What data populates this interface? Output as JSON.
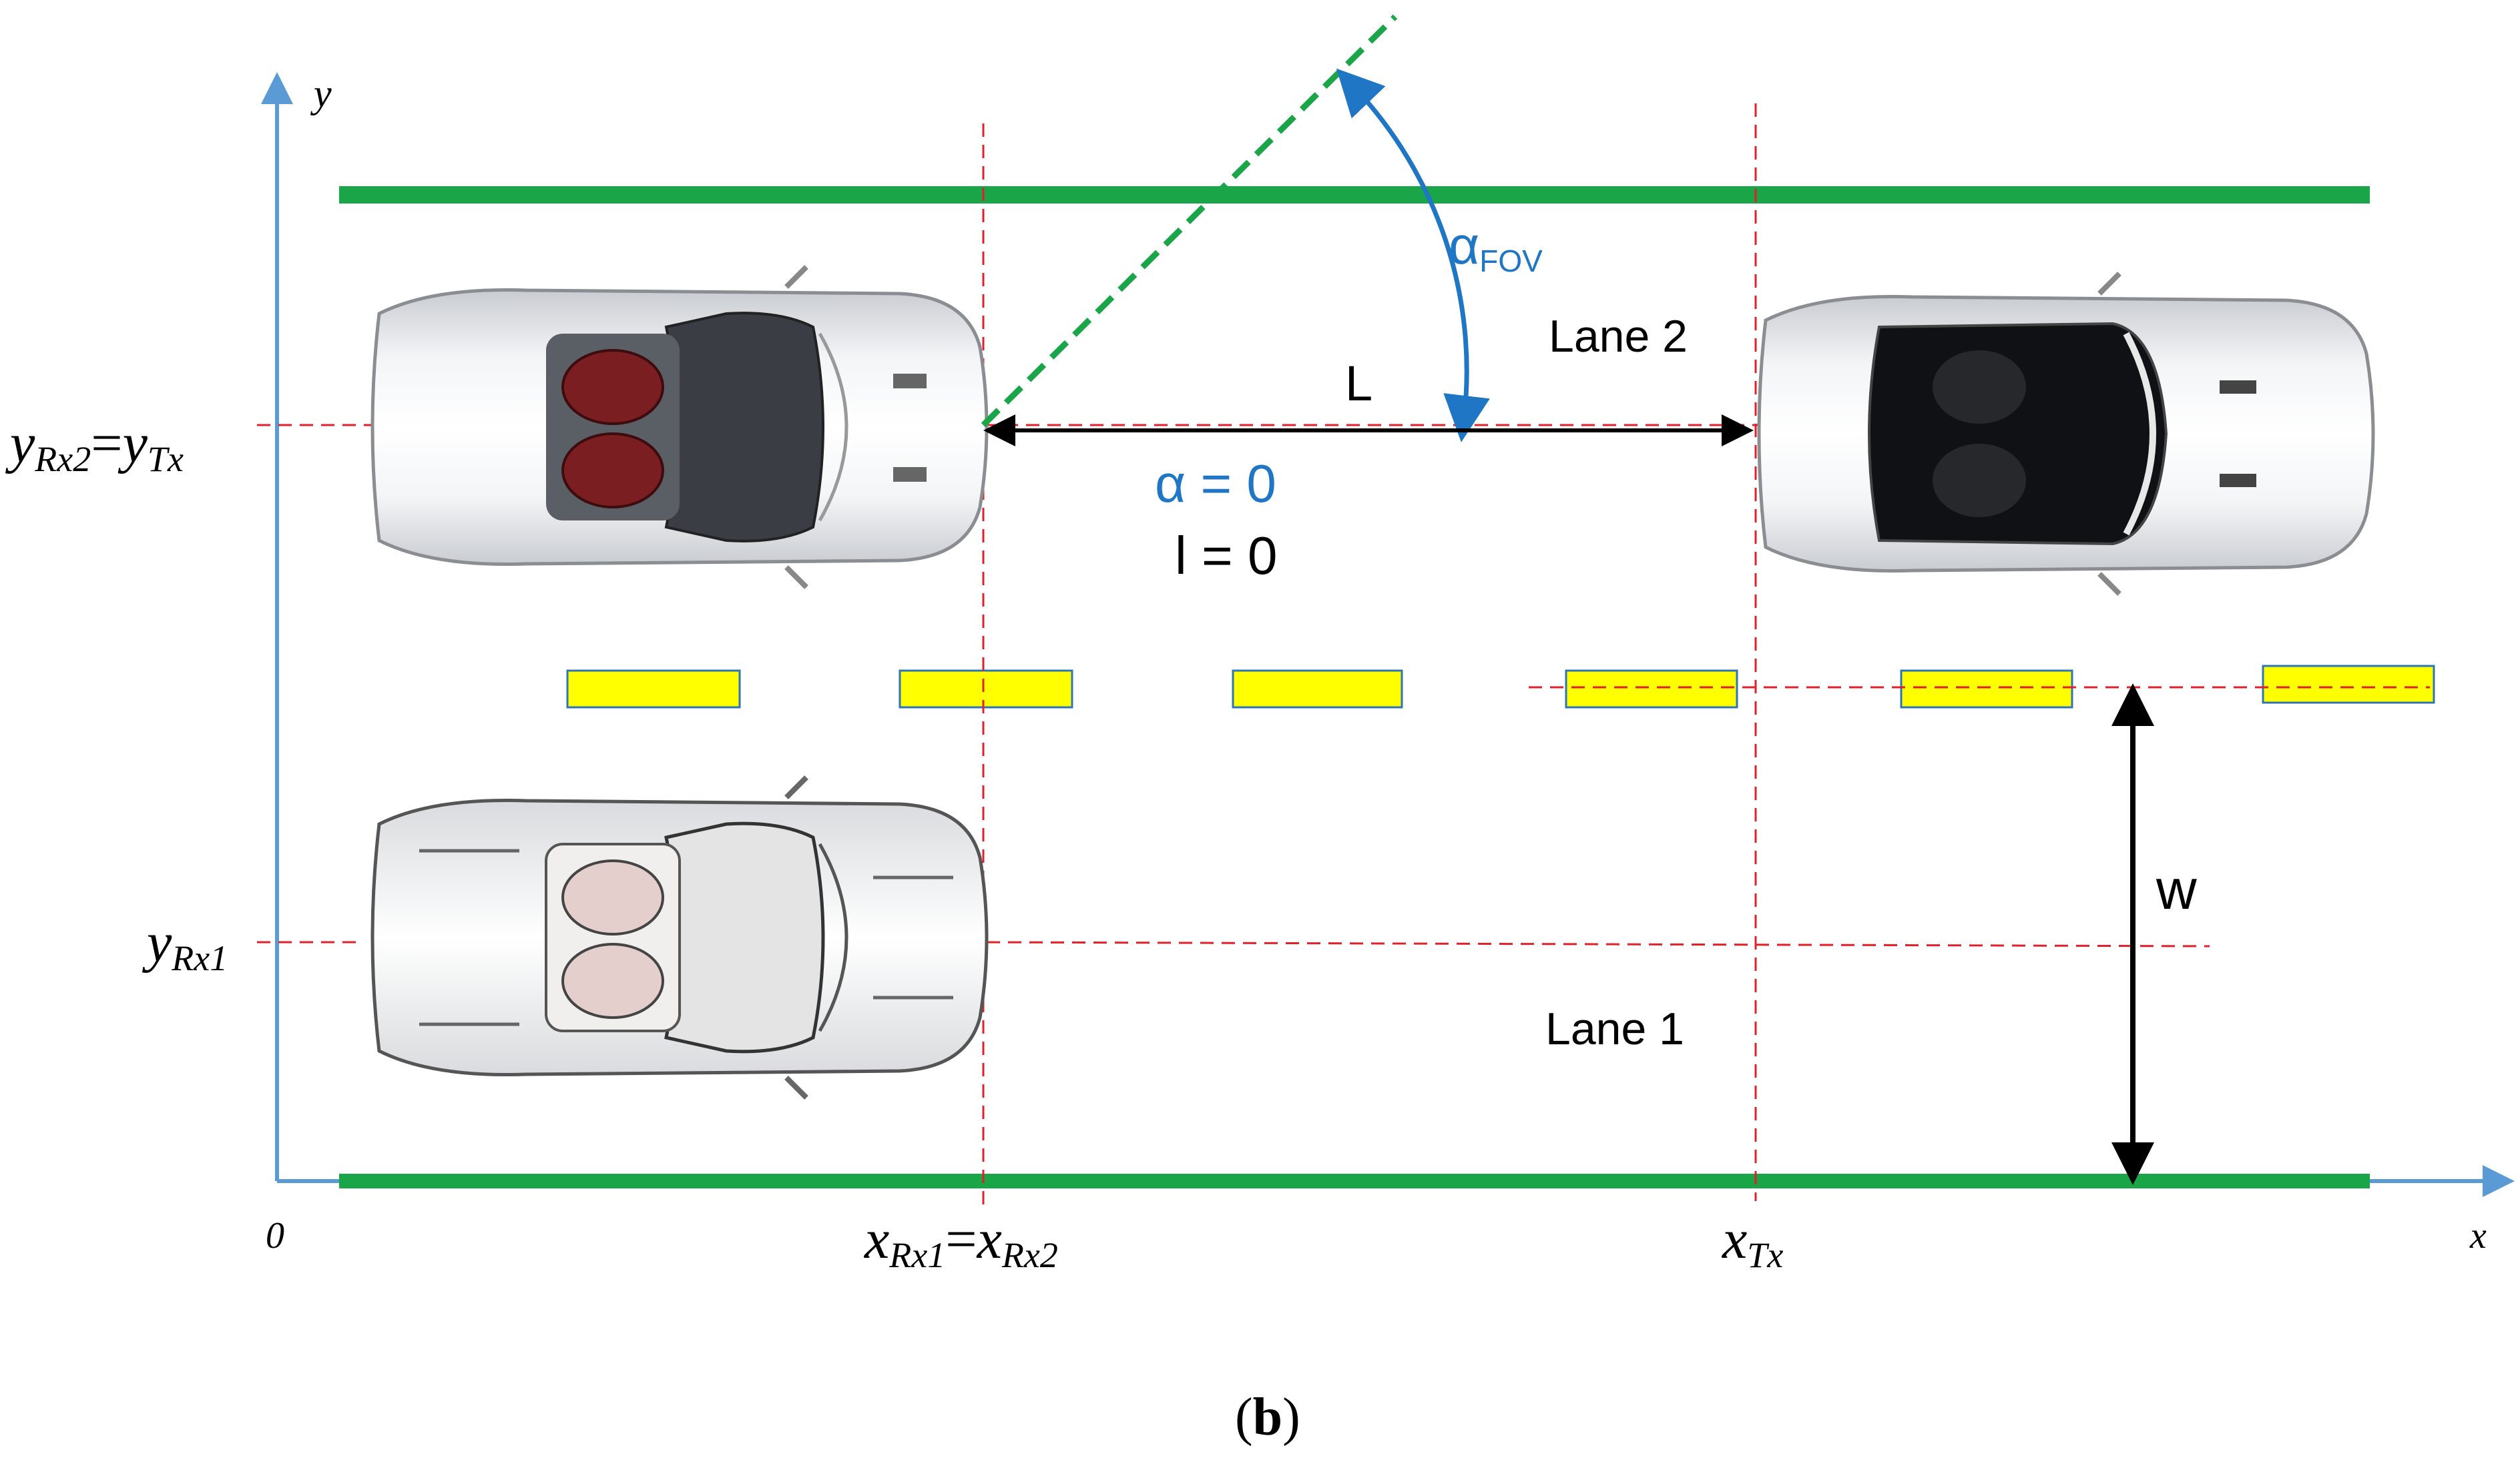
{
  "labels": {
    "y_axis": "y",
    "x_axis": "x",
    "origin": "0",
    "y_rx2_tx": {
      "y1": "y",
      "s1": "Rx2",
      "eq": "=",
      "y2": "y",
      "s2": "Tx"
    },
    "y_rx1": {
      "y": "y",
      "s": "Rx1"
    },
    "x_rx1_rx2": {
      "x1": "x",
      "s1": "Rx1",
      "eq": "=",
      "x2": "x",
      "s2": "Rx2"
    },
    "x_tx": {
      "x": "x",
      "s": "Tx"
    },
    "alpha_fov": {
      "alpha": "α",
      "sub": "FOV"
    },
    "lane2": "Lane 2",
    "lane1": "Lane 1",
    "L": "L",
    "alpha_eq": "α = 0",
    "l_eq": "l = 0",
    "w": "w",
    "caption_open": "(",
    "caption_letter": "b",
    "caption_close": ")"
  },
  "colors": {
    "road_edge": "#1aa548",
    "axis": "#5b9bd5",
    "guide": "#e0202a",
    "arrow": "#000000",
    "alpha": "#1f76c4",
    "lane_marker_fill": "#ffff00",
    "lane_marker_stroke": "#2e75b6"
  },
  "icons": [
    "car-rx2-icon",
    "car-tx-icon",
    "car-rx1-icon"
  ]
}
